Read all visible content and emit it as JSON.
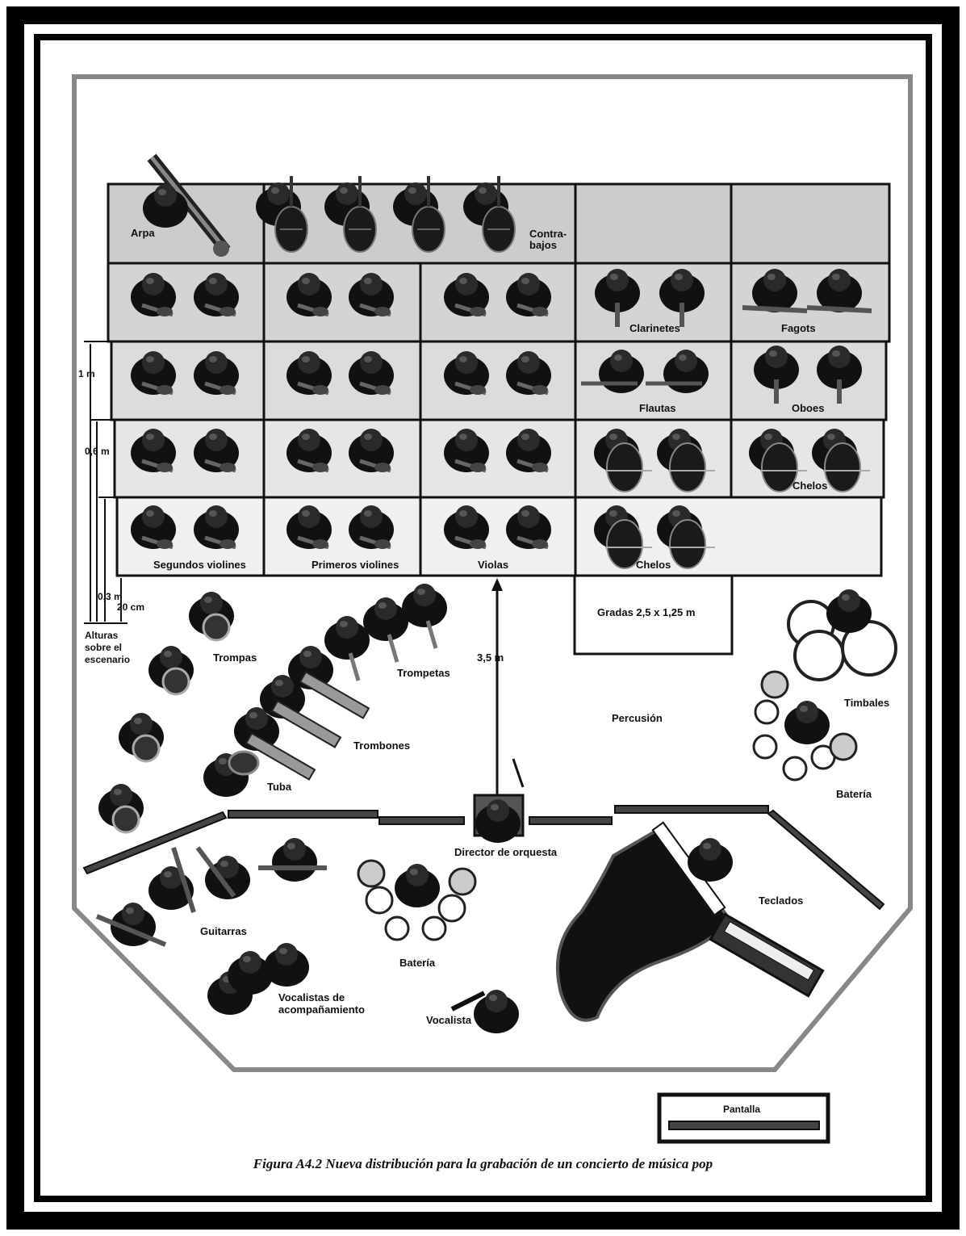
{
  "labels": {
    "arpa": "Arpa",
    "contrabajos_1": "Contra-",
    "contrabajos_2": "bajos",
    "clarinetes": "Clarinetes",
    "fagots": "Fagots",
    "flautas": "Flautas",
    "oboes": "Oboes",
    "chelos_right": "Chelos",
    "chelos": "Chelos",
    "segundos_violines": "Segundos violines",
    "primeros_violines": "Primeros violines",
    "violas": "Violas",
    "gradas": "Gradas 2,5 x 1,25 m",
    "dim_1m": "1 m",
    "dim_06m": "0,6 m",
    "dim_03m": "0,3 m",
    "dim_20cm": "20 cm",
    "alturas_1": "Alturas",
    "alturas_2": "sobre el",
    "alturas_3": "escenario",
    "trompas": "Trompas",
    "trompetas": "Trompetas",
    "dim_35m": "3,5 m",
    "trombones": "Trombones",
    "tuba": "Tuba",
    "percusion": "Percusión",
    "timbales": "Timbales",
    "bateria_right": "Batería",
    "director": "Director de orquesta",
    "teclados": "Teclados",
    "guitarras": "Guitarras",
    "bateria": "Batería",
    "vocalistas_1": "Vocalistas de",
    "vocalistas_2": "acompañamiento",
    "vocalista": "Vocalista",
    "pantalla": "Pantalla"
  },
  "caption": {
    "figure": "Figura A4.2",
    "text": "Nueva distribución para la grabación de un concierto de música pop"
  }
}
